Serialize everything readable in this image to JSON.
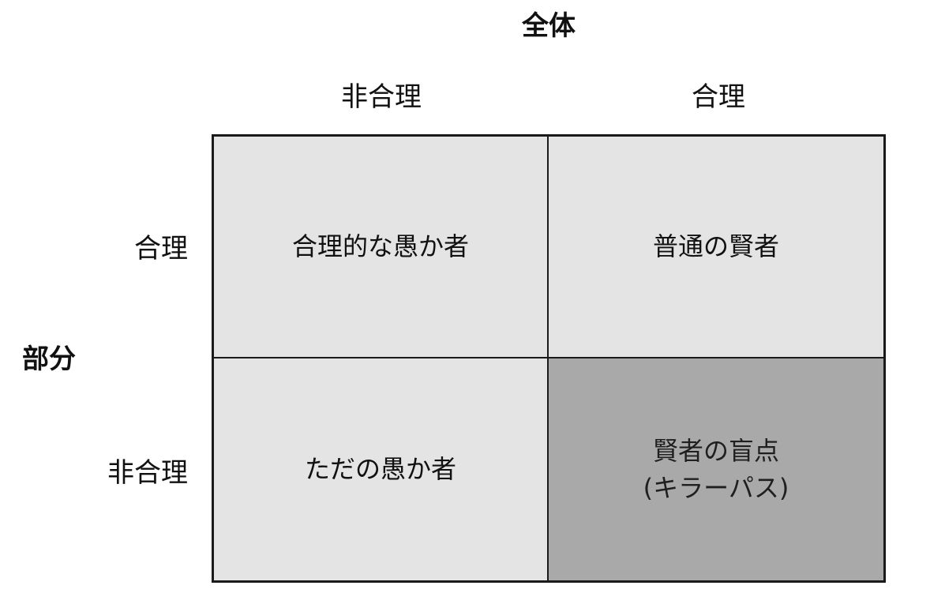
{
  "titles": {
    "top": "全体",
    "left": "部分"
  },
  "columns": [
    "非合理",
    "合理"
  ],
  "rows": [
    "合理",
    "非合理"
  ],
  "cells": {
    "top_left": "合理的な愚か者",
    "top_right": "普通の賢者",
    "bottom_left": "ただの愚か者",
    "bottom_right_line1": "賢者の盲点",
    "bottom_right_line2": "(キラーパス)"
  },
  "colors": {
    "cell_fill": "#e4e4e4",
    "highlight_fill": "#a9a9a9",
    "border": "#1a1a1a"
  }
}
